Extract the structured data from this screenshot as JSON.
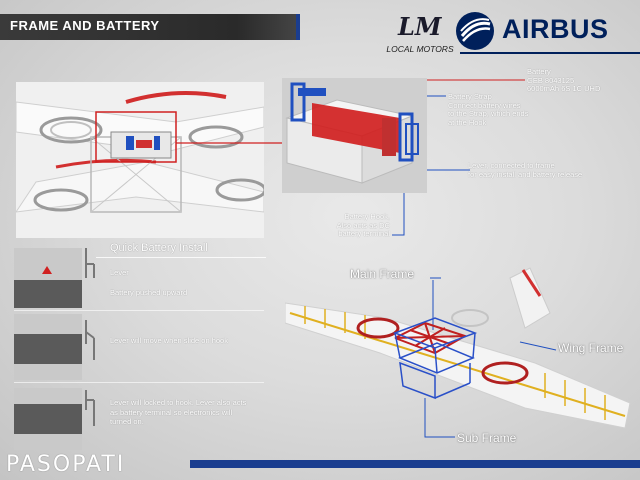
{
  "header": {
    "title": "FRAME AND BATTERY",
    "lm_mark": "LM",
    "lm_subtitle": "LOCAL MOTORS",
    "airbus": "AIRBUS"
  },
  "callouts": {
    "battery": [
      "Battery",
      "GEB 8043125",
      "6000mAh 6S 1C UHD"
    ],
    "strap": [
      "Battery Strap",
      "Connect battery wires",
      "to the Strap, which ends",
      "at the Hook"
    ],
    "lever": [
      "Lever, connected to frame",
      "for easy install and battery release"
    ],
    "hook": [
      "Battery Hook,",
      "Also acts as DC",
      "battery terminal"
    ]
  },
  "quick_install": {
    "title": "Quick Battery Install",
    "steps": [
      {
        "lines": [
          "Lever",
          "",
          "Battery pushed upward"
        ]
      },
      {
        "lines": [
          "Lever will move when slide on hook"
        ]
      },
      {
        "lines": [
          "Lever will locked to hook. Lever also acts",
          "as battery terminal so electronics will",
          "turned on."
        ]
      }
    ]
  },
  "frames": {
    "main": "Main Frame",
    "wing": "Wing Frame",
    "sub": "Sub Frame"
  },
  "footer": {
    "brand": "PASOPATI"
  },
  "colors": {
    "accent_blue": "#1a3d8f",
    "airbus_blue": "#00205b",
    "highlight_red": "#d02020",
    "frame_yellow": "#e0b020"
  }
}
